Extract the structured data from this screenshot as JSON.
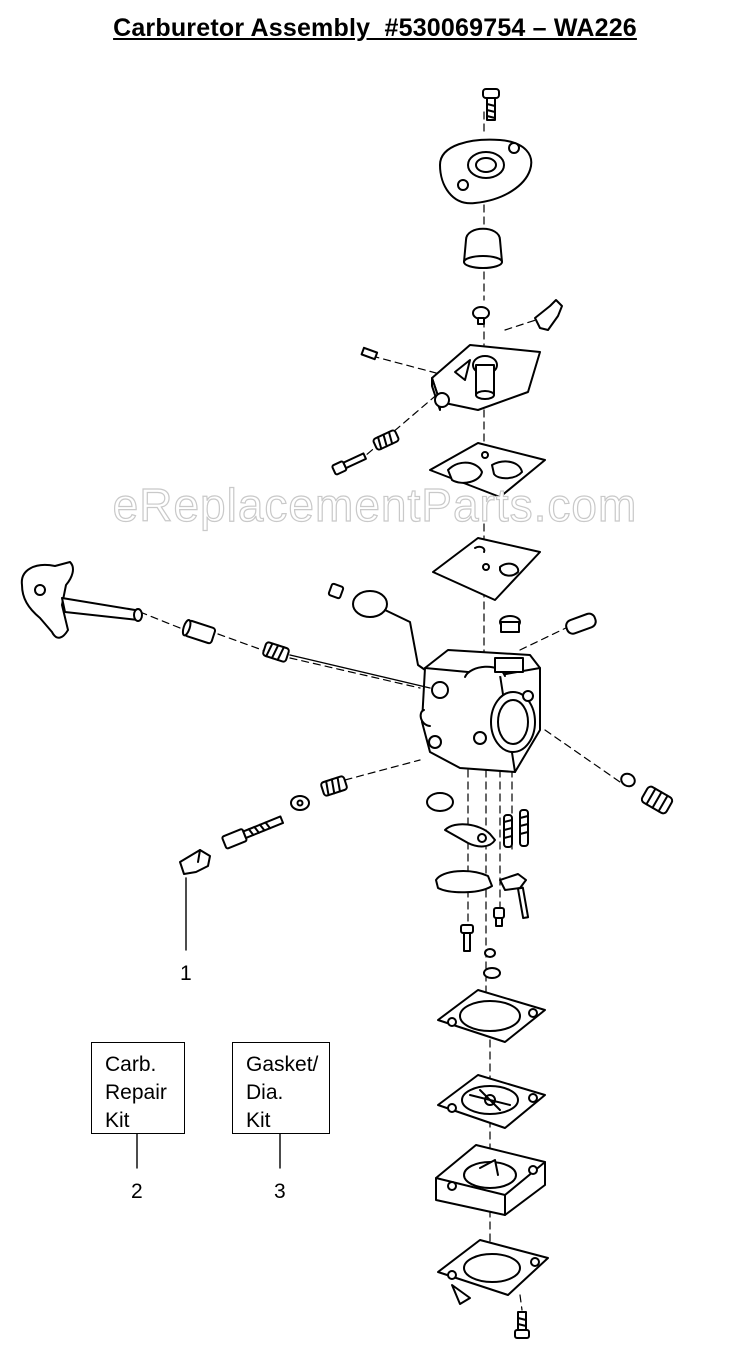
{
  "header": {
    "title": "Carburetor Assembly  #530069754 – WA226"
  },
  "watermark": {
    "text": "eReplacementParts.com"
  },
  "callouts": [
    {
      "number": "1"
    },
    {
      "number": "2"
    },
    {
      "number": "3"
    }
  ],
  "kits": [
    {
      "lines": [
        "Carb.",
        "Repair",
        "Kit"
      ]
    },
    {
      "lines": [
        "Gasket/",
        "Dia.",
        "Kit"
      ]
    }
  ]
}
